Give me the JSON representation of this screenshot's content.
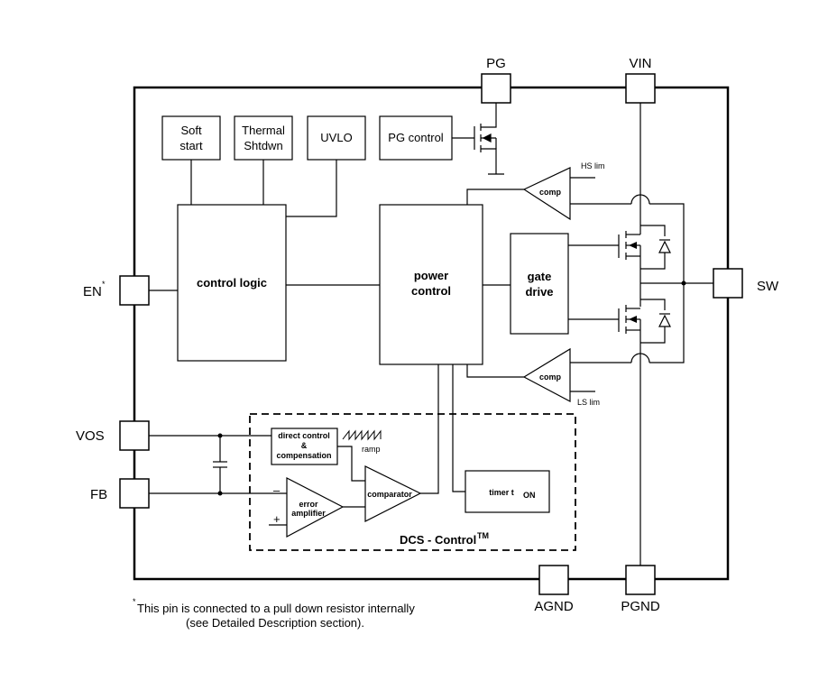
{
  "pins": {
    "pg": "PG",
    "vin": "VIN",
    "en": "EN",
    "en_sup": "*",
    "sw": "SW",
    "vos": "VOS",
    "fb": "FB",
    "agnd": "AGND",
    "pgnd": "PGND"
  },
  "blocks": {
    "soft_start_1": "Soft",
    "soft_start_2": "start",
    "thermal_1": "Thermal",
    "thermal_2": "Shtdwn",
    "uvlo": "UVLO",
    "pg_control": "PG control",
    "control_logic": "control logic",
    "power_control_1": "power",
    "power_control_2": "control",
    "gate_drive_1": "gate",
    "gate_drive_2": "drive",
    "comp_hs": "comp",
    "comp_ls": "comp",
    "hs_lim": "HS lim",
    "ls_lim": "LS lim",
    "direct_control_1": "direct control",
    "direct_control_2": "&",
    "direct_control_3": "compensation",
    "ramp": "ramp",
    "comparator": "comparator",
    "error_amp_1": "error",
    "error_amp_2": "amplifier",
    "minus": "–",
    "plus": "+",
    "timer": "timer t",
    "timer_sub": "ON",
    "dcs_title": "DCS - Control",
    "dcs_sup": "TM"
  },
  "footnote": {
    "star": "*",
    "line1": " This pin is connected to a pull down resistor internally",
    "line2": "(see Detailed Description section)."
  },
  "colors": {
    "line": "#000000",
    "background": "#ffffff"
  }
}
